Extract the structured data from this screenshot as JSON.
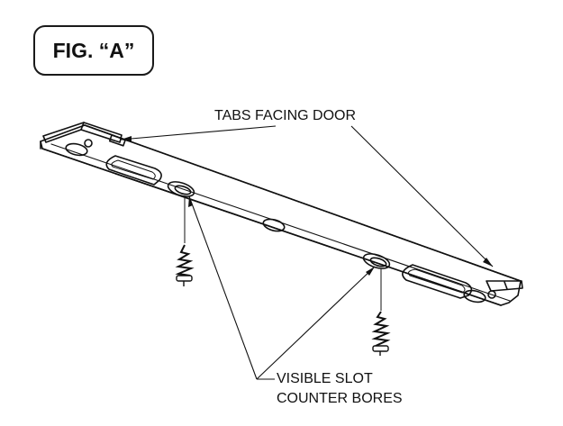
{
  "figure": {
    "label": "FIG. “A”"
  },
  "callouts": {
    "tabs_facing_door": "TABS FACING DOOR",
    "visible_slot_line1": "VISIBLE SLOT",
    "visible_slot_line2": "COUNTER BORES"
  },
  "colors": {
    "ink": "#111111",
    "background": "#ffffff"
  }
}
